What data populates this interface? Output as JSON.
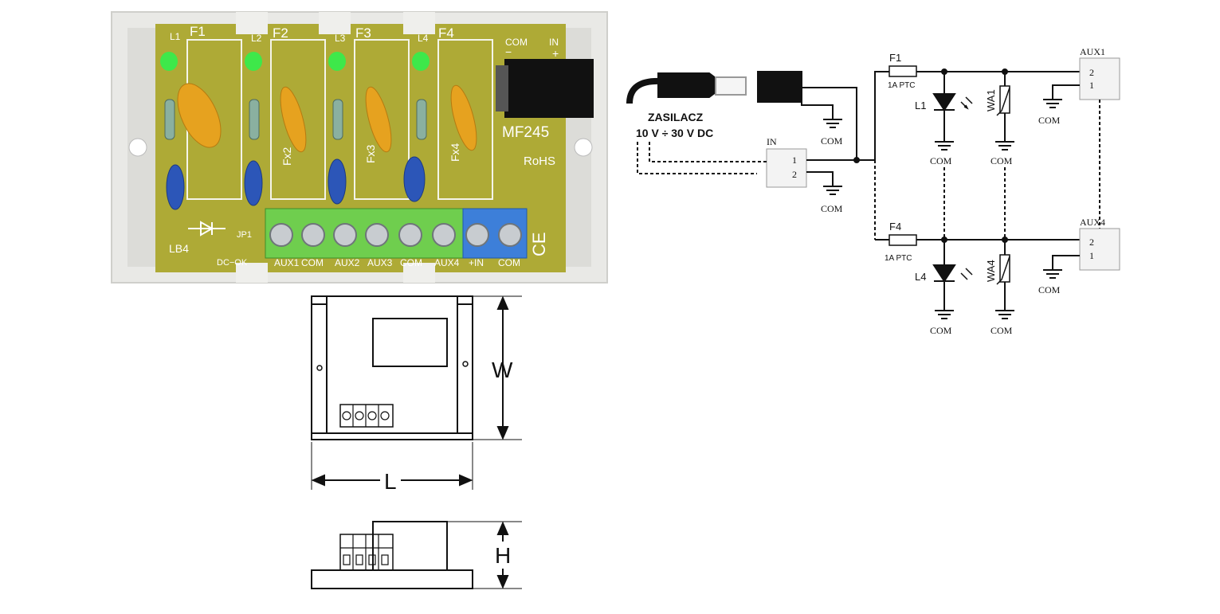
{
  "pcb": {
    "model": "MF245",
    "rohs": "RoHS",
    "com_in": "COM",
    "in": "IN",
    "minus": "−",
    "plus": "+",
    "lb4": "LB4",
    "jp1": "JP1",
    "dc_ok": "DC−OK",
    "ce": "CE",
    "leds": [
      "L1",
      "L2",
      "L3",
      "L4"
    ],
    "fuses": [
      "F1",
      "F2",
      "F3",
      "F4"
    ],
    "fx": [
      "Fx2",
      "Fx3",
      "Fx4"
    ],
    "terminals": [
      "AUX1",
      "COM",
      "AUX2",
      "AUX3",
      "COM",
      "AUX4",
      "+IN",
      "COM"
    ],
    "led_color": "#3ee84a",
    "pcb_color": "#c9b23a"
  },
  "schematic": {
    "supply_label": "ZASILACZ",
    "voltage_label": "10 V ÷ 30 V DC",
    "in_block": "IN",
    "in_pins": [
      "1",
      "2"
    ],
    "com": "COM",
    "fuse1": "F1",
    "fuse4": "F4",
    "ptc": "1A  PTC",
    "led1": "L1",
    "led4": "L4",
    "var1": "WA1",
    "var4": "WA4",
    "aux1": "AUX1",
    "aux4": "AUX4",
    "aux_pins": [
      "2",
      "1"
    ]
  },
  "dimensions": {
    "width": "W",
    "length": "L",
    "height": "H"
  }
}
